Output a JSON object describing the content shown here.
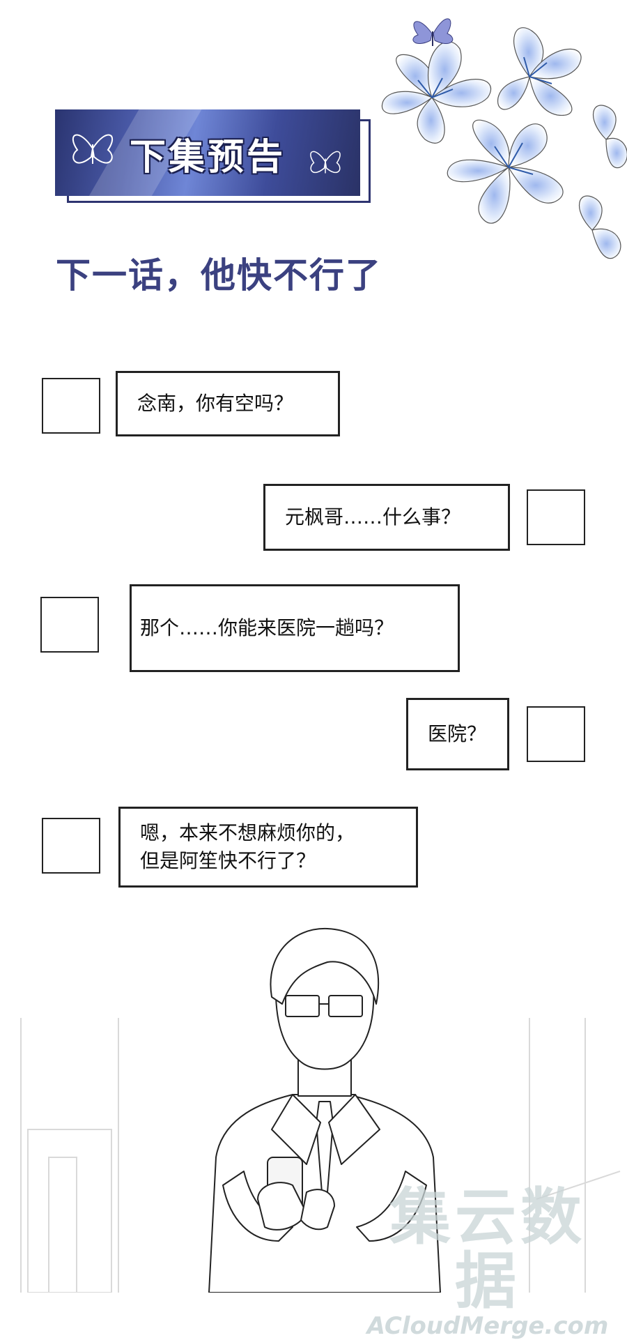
{
  "header": {
    "banner_title": "下集预告",
    "subtitle": "下一话，他快不行了"
  },
  "chat": [
    {
      "side": "left",
      "text": "念南，你有空吗？"
    },
    {
      "side": "right",
      "text": "元枫哥……什么事？"
    },
    {
      "side": "left",
      "text": "那个……你能来医院一趟吗？"
    },
    {
      "side": "right",
      "text": "医院？"
    },
    {
      "side": "left",
      "text": "嗯，本来不想麻烦你的，\n但是阿笙快不行了？"
    }
  ],
  "watermark": {
    "cn": "集云数据",
    "en": "ACloudMerge.com"
  },
  "colors": {
    "banner_dark": "#2a3470",
    "banner_light": "#6f86d6",
    "subtitle": "#3b4180",
    "flower": "#a8bfe8"
  }
}
